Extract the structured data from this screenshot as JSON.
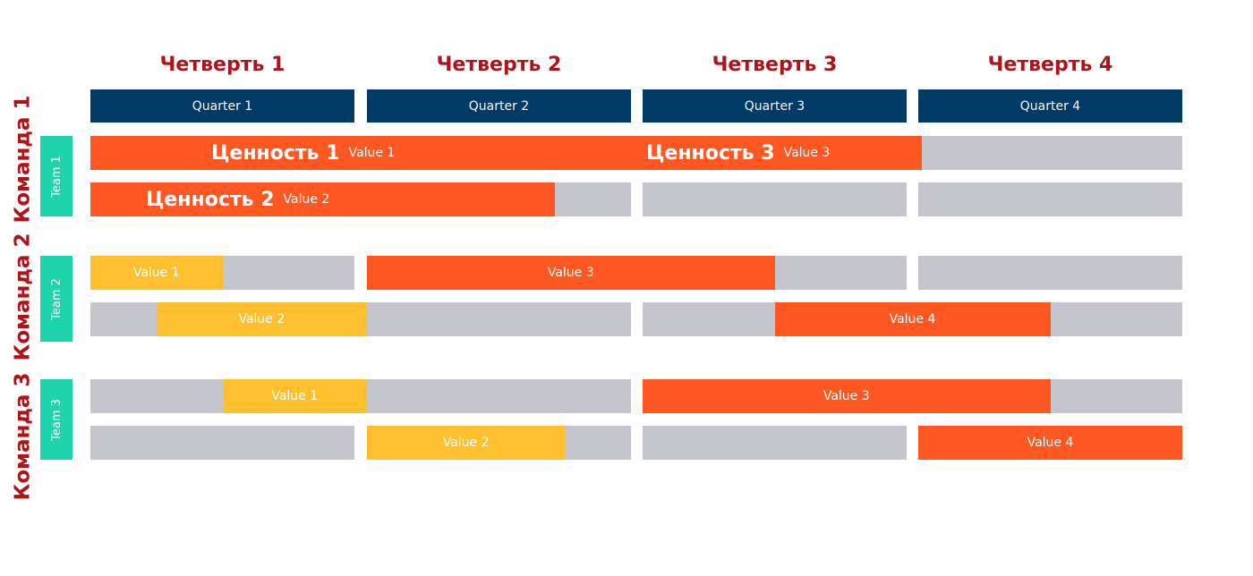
{
  "quarters": [
    {
      "ru": "Четверть 1",
      "en": "Quarter 1"
    },
    {
      "ru": "Четверть 2",
      "en": "Quarter 2"
    },
    {
      "ru": "Четверть 3",
      "en": "Quarter 3"
    },
    {
      "ru": "Четверть 4",
      "en": "Quarter 4"
    }
  ],
  "teams": [
    {
      "ru": "Команда 1",
      "en": "Team 1",
      "rows": [
        [
          {
            "color": "orange",
            "start": 0,
            "end": 2,
            "label": "Value 1",
            "ru_label": "Ценность 1"
          },
          {
            "color": "orange",
            "start": 2,
            "end": 3,
            "label": "Value 3",
            "ru_label": "Ценность 3"
          }
        ],
        [
          {
            "color": "orange",
            "start": 0,
            "end": 1.5,
            "label": "Value 2",
            "ru_label": "Ценность 2"
          }
        ]
      ]
    },
    {
      "ru": "Команда 2",
      "en": "Team 2",
      "rows": [
        [
          {
            "color": "yellow",
            "start": 0,
            "end": 0.5,
            "label": "Value 1"
          },
          {
            "color": "orange",
            "start": 1,
            "end": 2.5,
            "label": "Value 3"
          }
        ],
        [
          {
            "color": "yellow",
            "start": 0.25,
            "end": 1,
            "label": "Value 2"
          },
          {
            "color": "orange",
            "start": 2.5,
            "end": 3.5,
            "label": "Value 4"
          }
        ]
      ]
    },
    {
      "ru": "Команда 3",
      "en": "Team 3",
      "rows": [
        [
          {
            "color": "yellow",
            "start": 0.5,
            "end": 1,
            "label": "Value 1"
          },
          {
            "color": "orange",
            "start": 2,
            "end": 3.5,
            "label": "Value 3"
          }
        ],
        [
          {
            "color": "yellow",
            "start": 1,
            "end": 1.75,
            "label": "Value 2"
          },
          {
            "color": "orange",
            "start": 3,
            "end": 4,
            "label": "Value 4"
          }
        ]
      ]
    }
  ],
  "colors": {
    "header": "#003a66",
    "team_tab": "#1ed4ad",
    "track": "#c5c5ce",
    "orange": "#ff5722",
    "yellow": "#ffc030",
    "russian_text": "#b01217"
  }
}
